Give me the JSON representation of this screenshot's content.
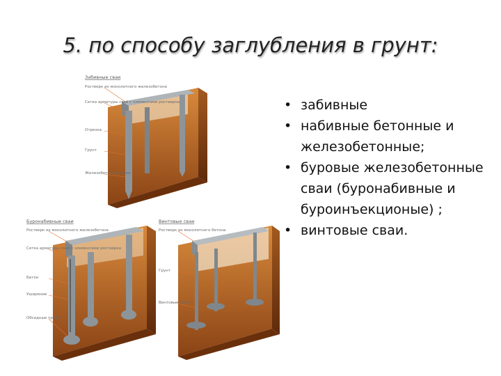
{
  "slide": {
    "title": "5. по способу заглубления в грунт:",
    "bullets": [
      "забивные",
      "набивные бетонные и железобетонные;",
      "буровые железобетонные сваи (буронабивные и буроинъекционые) ;",
      "винтовые сваи."
    ]
  },
  "diagrams": {
    "driven": {
      "caption": "Забивные сваи",
      "labels": [
        "Ростверк из монолитного железобетона",
        "Сетка арматуры свай с элементами ростверка",
        "Отрезка",
        "Грунт",
        "Железобетонные сваи"
      ]
    },
    "bored": {
      "caption": "Буронабивные сваи",
      "labels": [
        "Ростверк из монолитного железобетона",
        "Сетка арматуры свай с элементами ростверка",
        "Бетон",
        "Уширение",
        "Обсадные трубы"
      ]
    },
    "screw": {
      "caption": "Винтовые сваи",
      "labels": [
        "Ростверк из монолитного бетона",
        "Грунт",
        "Винтовые сваи"
      ]
    }
  },
  "colors": {
    "soil_top": "#c9772f",
    "soil_dark": "#7a3810",
    "concrete": "#9aa1a6",
    "accent_line": "#e07030"
  }
}
